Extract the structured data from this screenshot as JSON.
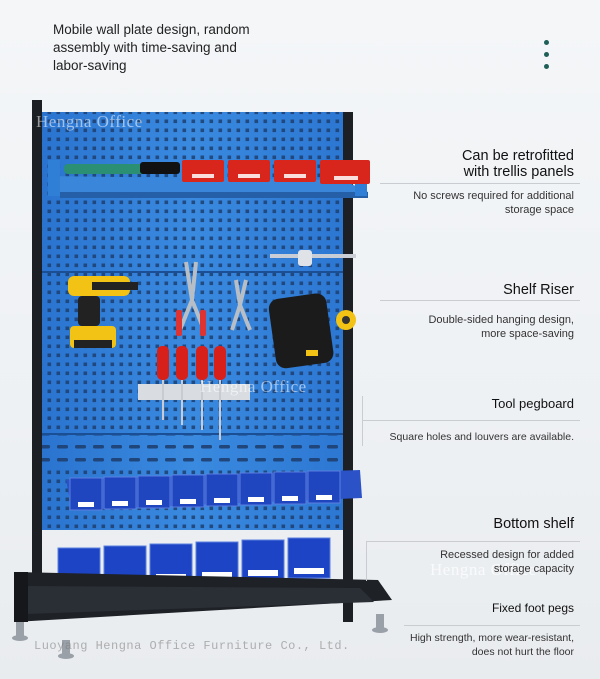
{
  "intro": {
    "line1": "Mobile wall plate design, random",
    "line2": "assembly with time-saving and",
    "line3": "labor-saving"
  },
  "watermarks": {
    "top": "Hengna Office",
    "middle": "Hengna Office",
    "right": "Hengna Office",
    "bottom": "Luoyang Hengna Office Furniture Co., Ltd."
  },
  "features": [
    {
      "title1": "Can be retrofitted",
      "title2": "with trellis panels",
      "desc1": "No screws required for additional",
      "desc2": "storage space"
    },
    {
      "title1": "Shelf Riser",
      "title2": "",
      "desc1": "Double-sided hanging design,",
      "desc2": "more space-saving"
    },
    {
      "title1": "Tool pegboard",
      "title2": "",
      "desc1": "Square holes and louvers are available.",
      "desc2": ""
    },
    {
      "title1": "Bottom shelf",
      "title2": "",
      "desc1": "Recessed design for added",
      "desc2": "storage capacity"
    },
    {
      "title1": "Fixed foot pegs",
      "title2": "",
      "desc1": "High strength, more wear-resistant,",
      "desc2": "does not hurt the floor"
    }
  ],
  "colors": {
    "panel_blue": "#2f7fd6",
    "frame": "#1c1f24",
    "bin_blue": "#1f4fd0",
    "tray_red": "#d9261c",
    "menu_dots": "#1f5f58"
  },
  "icons": [
    "drill",
    "pliers",
    "screwdriver",
    "tape-measure",
    "tool-pouch",
    "menu-dots"
  ]
}
